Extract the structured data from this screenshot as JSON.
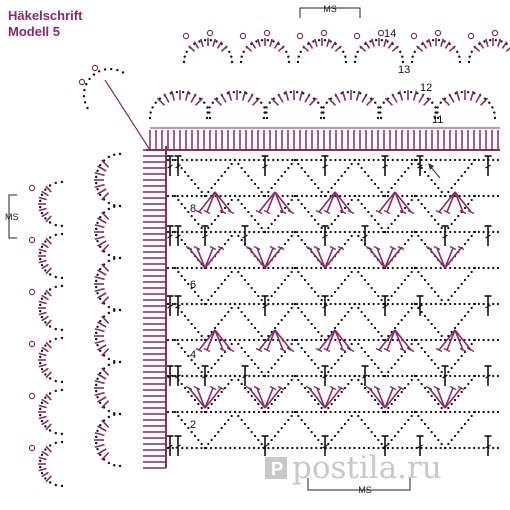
{
  "title": {
    "line1": "Häkelschrift",
    "line2": "Modell 5"
  },
  "repeat_label": "MS",
  "row_numbers": {
    "r2": "2",
    "r4": "4",
    "r6": "6",
    "r8": "8",
    "r11": "11",
    "r12": "12",
    "r13": "13",
    "r14": "14"
  },
  "watermark": "postila.ru",
  "colors": {
    "accent": "#8a2a62",
    "ink": "#111111",
    "watermark": "#c8c8c8"
  }
}
